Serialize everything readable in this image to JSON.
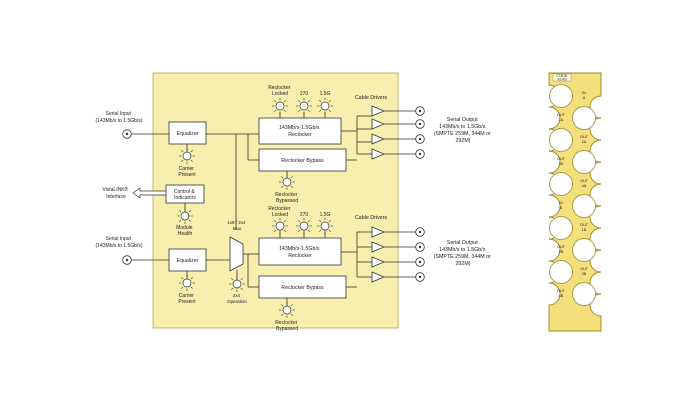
{
  "colors": {
    "panel": "#f8eeae",
    "panel_stroke": "#b9a24f",
    "line": "#333333"
  },
  "inputs": {
    "input1": [
      "Serial Input",
      "(143Mb/s to 1.5Gb/s)"
    ],
    "input2": [
      "Serial Input",
      "(143Mb/s to 1.5Gb/s)"
    ]
  },
  "equalizer": {
    "top": "Equalizer",
    "bottom": "Equalizer"
  },
  "carrier_present": {
    "top": [
      "Carrier",
      "Present"
    ],
    "bottom": [
      "Carrier",
      "Present"
    ]
  },
  "control": {
    "box": [
      "Control &",
      "Indicators"
    ],
    "module_health": [
      "Module",
      "Health"
    ],
    "interface": [
      "VistaLINK®",
      "Interface"
    ]
  },
  "mux": {
    "label": [
      "1x8 / 2x4",
      "Mux"
    ],
    "operation": [
      "2x4",
      "Operation"
    ]
  },
  "reclocker": {
    "top": [
      "143Mb/s-1.5Gb/s",
      "Reclocker"
    ],
    "bottom": [
      "143Mb/s-1.5Gb/s",
      "Reclocker"
    ],
    "bypass_top": "Reclocker Bypass",
    "bypass_bottom": "Reclocker Bypass",
    "bypassed_top": [
      "Reclocker",
      "Bypassed"
    ],
    "bypassed_bottom": [
      "Reclocker",
      "Bypassed"
    ]
  },
  "leds_top": {
    "locked": [
      "Reclocker",
      "Locked"
    ],
    "r270": "270",
    "g15": "1.5G"
  },
  "leds_bottom": {
    "locked": [
      "Reclocker",
      "Locked"
    ],
    "r270": "270",
    "g15": "1.5G"
  },
  "cable_drivers": {
    "top": "Cable Drivers",
    "bottom": "Cable Drivers"
  },
  "outputs": {
    "top": [
      "Serial Output",
      "143Mb/s to 1.5Gb/s",
      "(SMPTE 259M, 344M or",
      "292M)"
    ],
    "bottom": [
      "Serial Output",
      "143Mb/s to 1.5Gb/s",
      "(SMPTE 259M, 344M or",
      "292M)"
    ]
  },
  "rear_panel": {
    "header": [
      "CCR18",
      "XS-R3"
    ],
    "ports": [
      [
        "IN",
        "A"
      ],
      [
        "OUT",
        "1A"
      ],
      [
        "OUT",
        "2A"
      ],
      [
        "OUT",
        "3A"
      ],
      [
        "OUT",
        "4A"
      ],
      [
        "IN",
        "B"
      ],
      [
        "OUT",
        "1B"
      ],
      [
        "OUT",
        "2B"
      ],
      [
        "OUT",
        "3B"
      ],
      [
        "OUT",
        "4B"
      ]
    ]
  }
}
